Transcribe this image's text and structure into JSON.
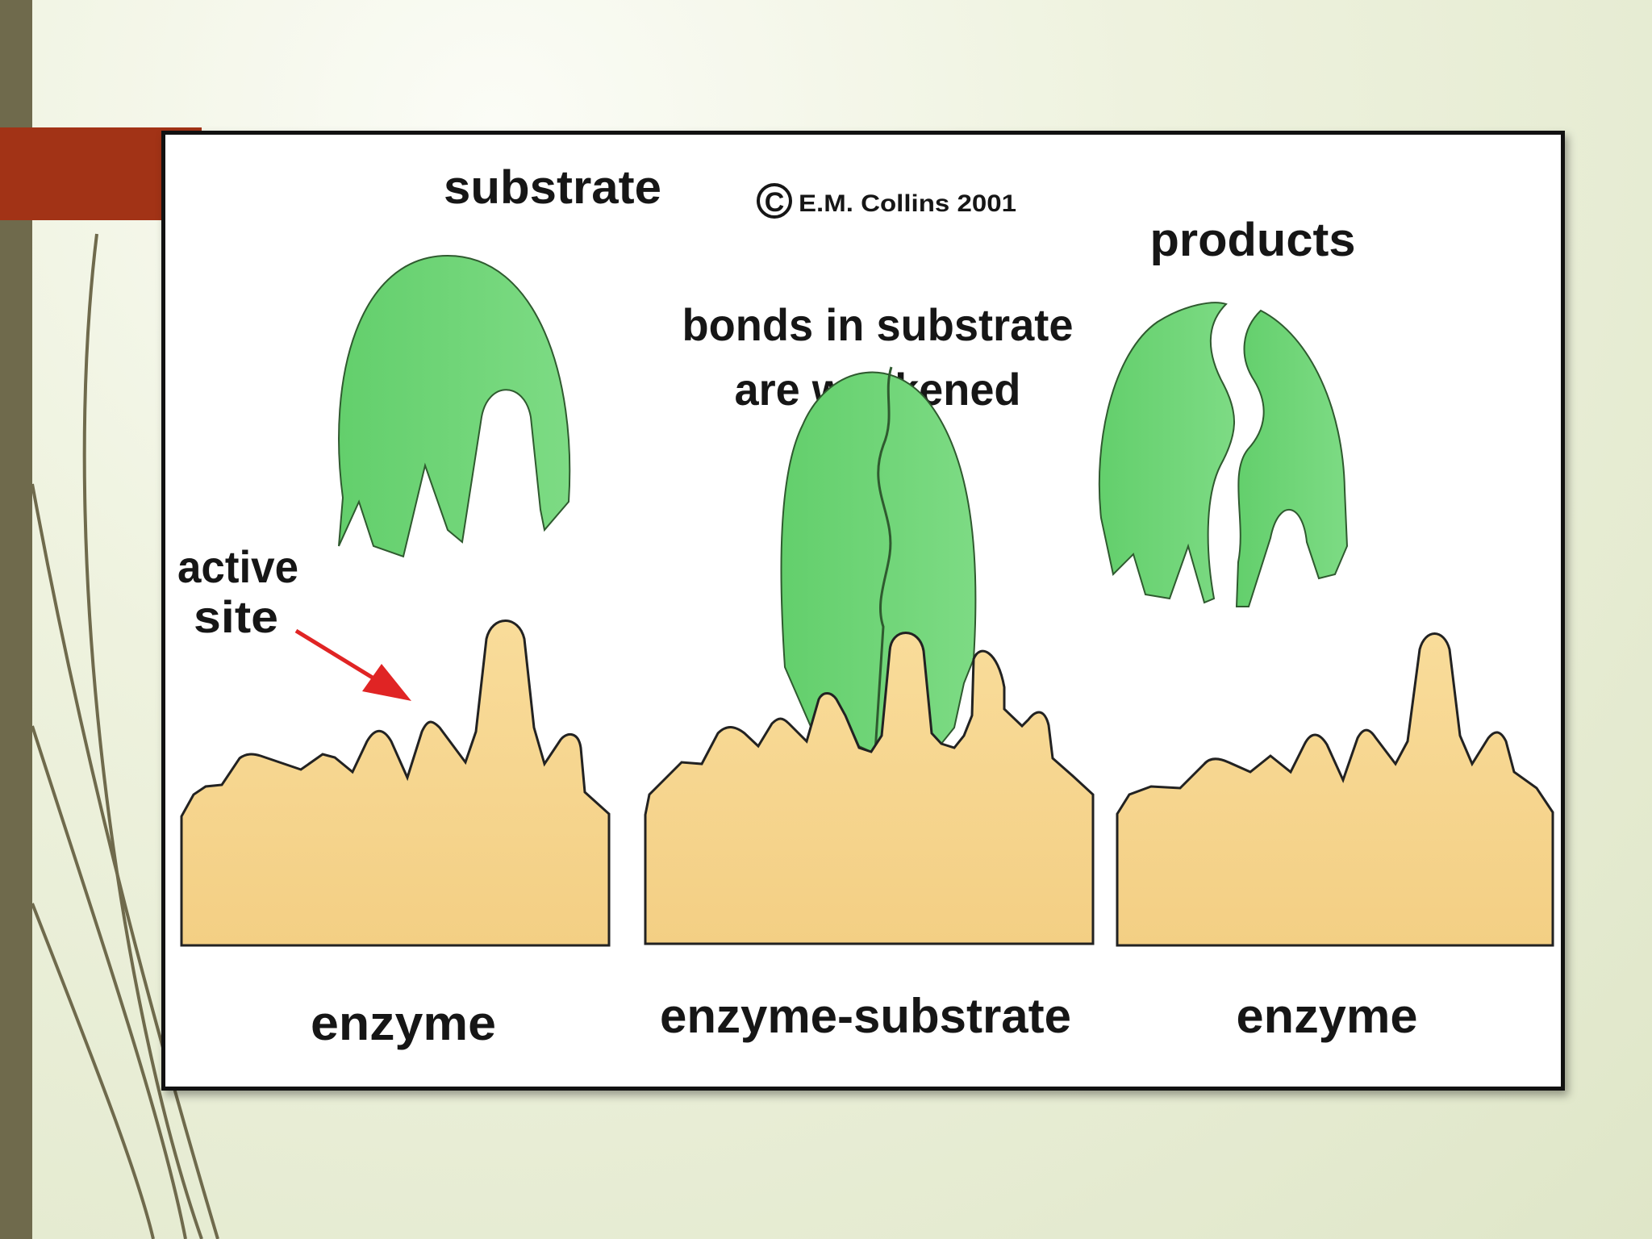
{
  "diagram": {
    "copyright": "E.M. Collins 2001",
    "copyright_symbol": "C",
    "labels": {
      "substrate": "substrate",
      "products": "products",
      "bonds_line1": "bonds in substrate",
      "bonds_line2": "are weakened",
      "active_line1": "active",
      "active_line2": "site",
      "enzyme_left": "enzyme",
      "enzyme_substrate": "enzyme-substrate",
      "enzyme_right": "enzyme"
    },
    "colors": {
      "substrate_fill": "#6fd377",
      "enzyme_fill": "#f6d58e",
      "arrow": "#e02424",
      "accent_bar": "#a23316",
      "side_bar": "#6f6a4c"
    }
  }
}
